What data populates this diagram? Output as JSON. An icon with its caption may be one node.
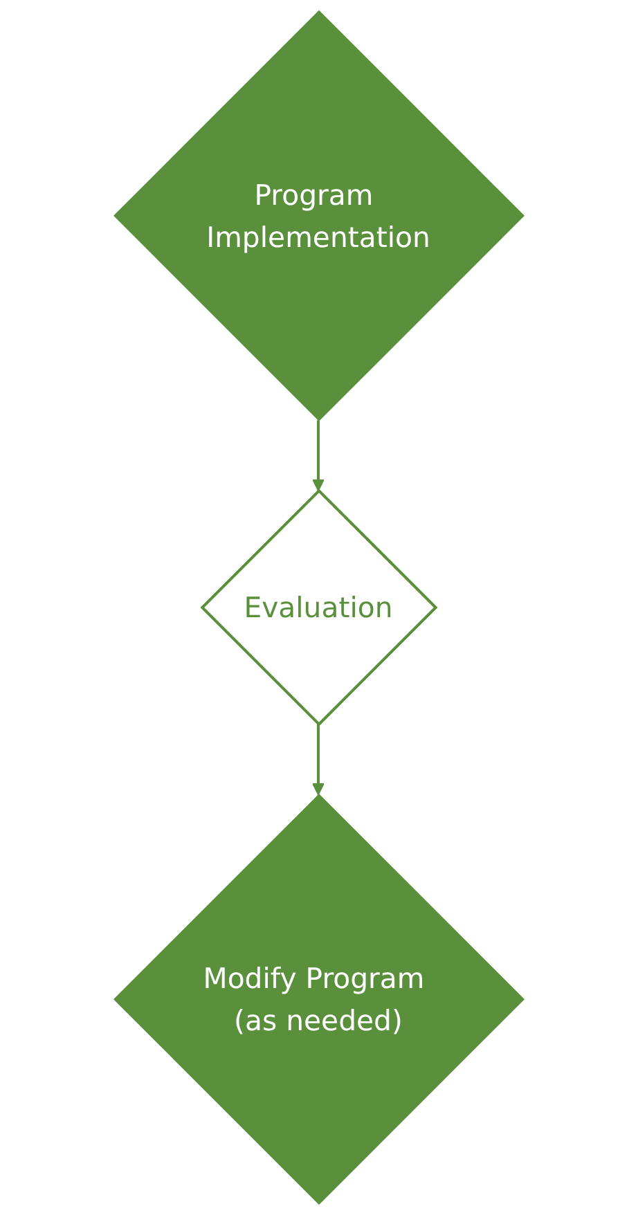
{
  "diagram": {
    "nodes": [
      {
        "text": [
          "Program Implementation"
        ]
      },
      {
        "text": [
          "Evaluation"
        ]
      },
      {
        "text": [
          "Modify Program (as needed)"
        ]
      }
    ],
    "edges": [
      {
        "from": 0,
        "to": 1,
        "arrow": "to"
      },
      {
        "from": 1,
        "to": 2,
        "arrow": "to"
      }
    ]
  }
}
